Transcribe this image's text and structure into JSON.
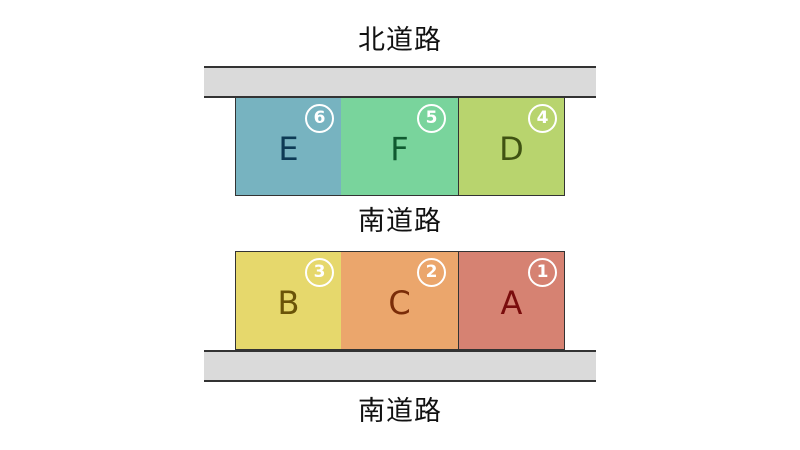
{
  "labels": {
    "north_road": "北道路",
    "middle_road": "南道路",
    "south_road": "南道路"
  },
  "top_row": [
    {
      "letter": "E",
      "number": "6",
      "fill": "#77b3c0",
      "text_color": "#0d3a55"
    },
    {
      "letter": "F",
      "number": "5",
      "fill": "#79d49c",
      "text_color": "#0f5a30"
    },
    {
      "letter": "D",
      "number": "4",
      "fill": "#b8d46e",
      "text_color": "#3f5212"
    }
  ],
  "bottom_row": [
    {
      "letter": "B",
      "number": "3",
      "fill": "#e6d86c",
      "text_color": "#6a5408"
    },
    {
      "letter": "C",
      "number": "2",
      "fill": "#eba66c",
      "text_color": "#7a2c08"
    },
    {
      "letter": "A",
      "number": "1",
      "fill": "#d68272",
      "text_color": "#7a0c0c"
    }
  ],
  "colors": {
    "road": "#dadada",
    "road_border": "#333333"
  }
}
